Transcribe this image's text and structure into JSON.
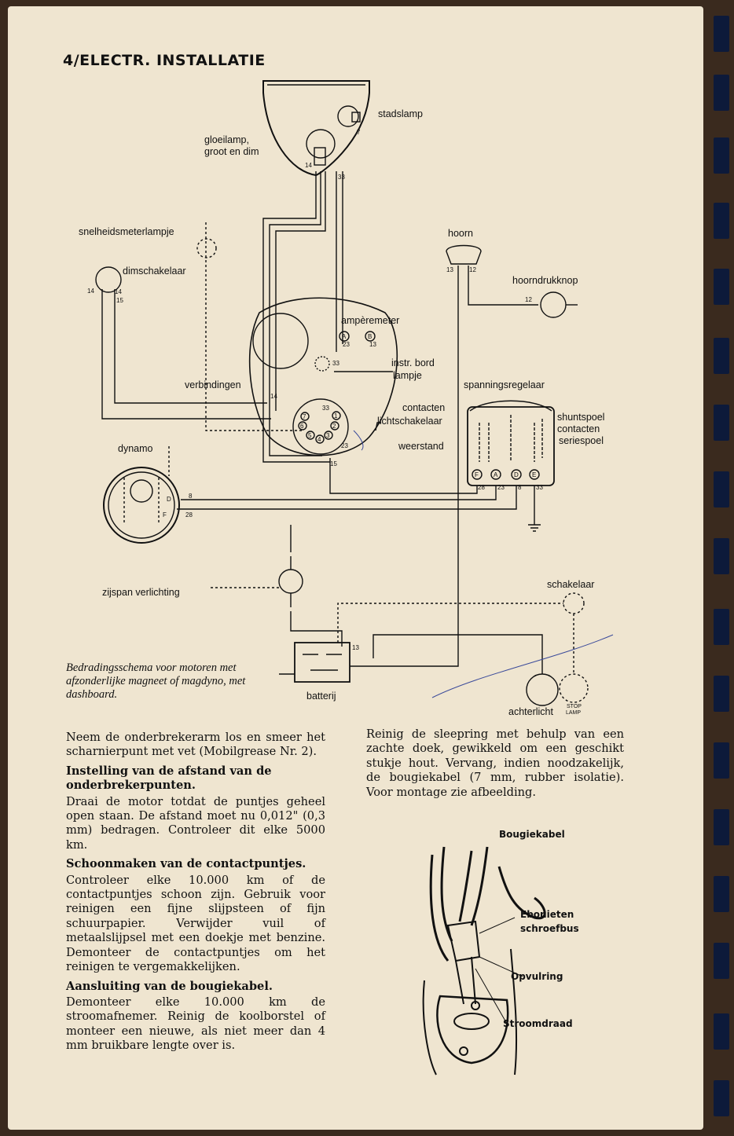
{
  "header": {
    "title": "4/ELECTR. INSTALLATIE"
  },
  "diagram": {
    "labels": {
      "stadslamp": "stadslamp",
      "gloeilamp1": "gloeilamp,",
      "gloeilamp2": "groot en dim",
      "snelheid": "snelheidsmeterlampje",
      "dimschakelaar": "dimschakelaar",
      "hoorn": "hoorn",
      "hoorndrukknop": "hoorndrukknop",
      "amperemeter": "ampèremeter",
      "instr1": "instr. bord",
      "instr2": "lampje",
      "verbindingen": "verbindingen",
      "spanningsregelaar": "spanningsregelaar",
      "contacten": "contacten",
      "lichtschakelaar": "lichtschakelaar",
      "weerstand": "weerstand",
      "shuntspoel": "shuntspoel",
      "contacten2": "contacten",
      "seriespoel": "seriespoel",
      "dynamo": "dynamo",
      "zijspan": "zijspan verlichting",
      "schakelaar": "schakelaar",
      "batterij": "batterij",
      "achterlicht": "achterlicht",
      "stop": "STOP",
      "lamp": "LAMP"
    },
    "wire_numbers": {
      "n14": "14",
      "n15": "15",
      "n33": "33",
      "n7": "7",
      "n13": "13",
      "n12": "12",
      "n23": "23",
      "n8": "8",
      "n28": "28",
      "nD": "D",
      "nF": "F",
      "tA": "A",
      "tB": "B",
      "tF": "F",
      "tD": "D",
      "tE": "E",
      "s1": "1",
      "s2": "2",
      "s3": "3",
      "s4": "4",
      "s5": "5",
      "s6": "6",
      "s7": "7"
    },
    "caption": "Bedradingsschema voor motoren met afzonderlijke magneet of magdyno, met dashboard."
  },
  "left_column": {
    "p1": "Neem de onderbrekerarm los en smeer het scharnierpunt met vet (Mobilgrease Nr. 2).",
    "h1": "Instelling van de afstand van de onderbrekerpunten.",
    "p2": "Draai de motor totdat de puntjes geheel open staan. De afstand moet nu 0,012\" (0,3 mm) bedragen. Controleer dit elke 5000 km.",
    "h2": "Schoonmaken van de contactpuntjes.",
    "p3": "Controleer elke 10.000 km of de contactpuntjes schoon zijn. Gebruik voor reinigen een fijne slijpsteen of fijn schuurpapier. Verwijder vuil of metaalslijpsel met een doekje met benzine. Demonteer de contactpuntjes om het reinigen te vergemakkelijken.",
    "h3": "Aansluiting van de bougiekabel.",
    "p4": "Demonteer elke 10.000 km de stroomafnemer. Reinig de koolborstel of monteer een nieuwe, als niet meer dan 4 mm bruikbare lengte over is."
  },
  "right_column": {
    "p1": "Reinig de sleepring met behulp van een zachte doek, gewikkeld om een geschikt stukje hout. Vervang, indien noodzakelijk, de bougiekabel (7 mm, rubber isolatie). Voor montage zie afbeelding."
  },
  "figure2": {
    "bougiekabel": "Bougiekabel",
    "ebonieten": "Ebonieten",
    "schroefbus": "schroefbus",
    "opvulring": "Opvulring",
    "stroomdraad": "Stroomdraad"
  }
}
